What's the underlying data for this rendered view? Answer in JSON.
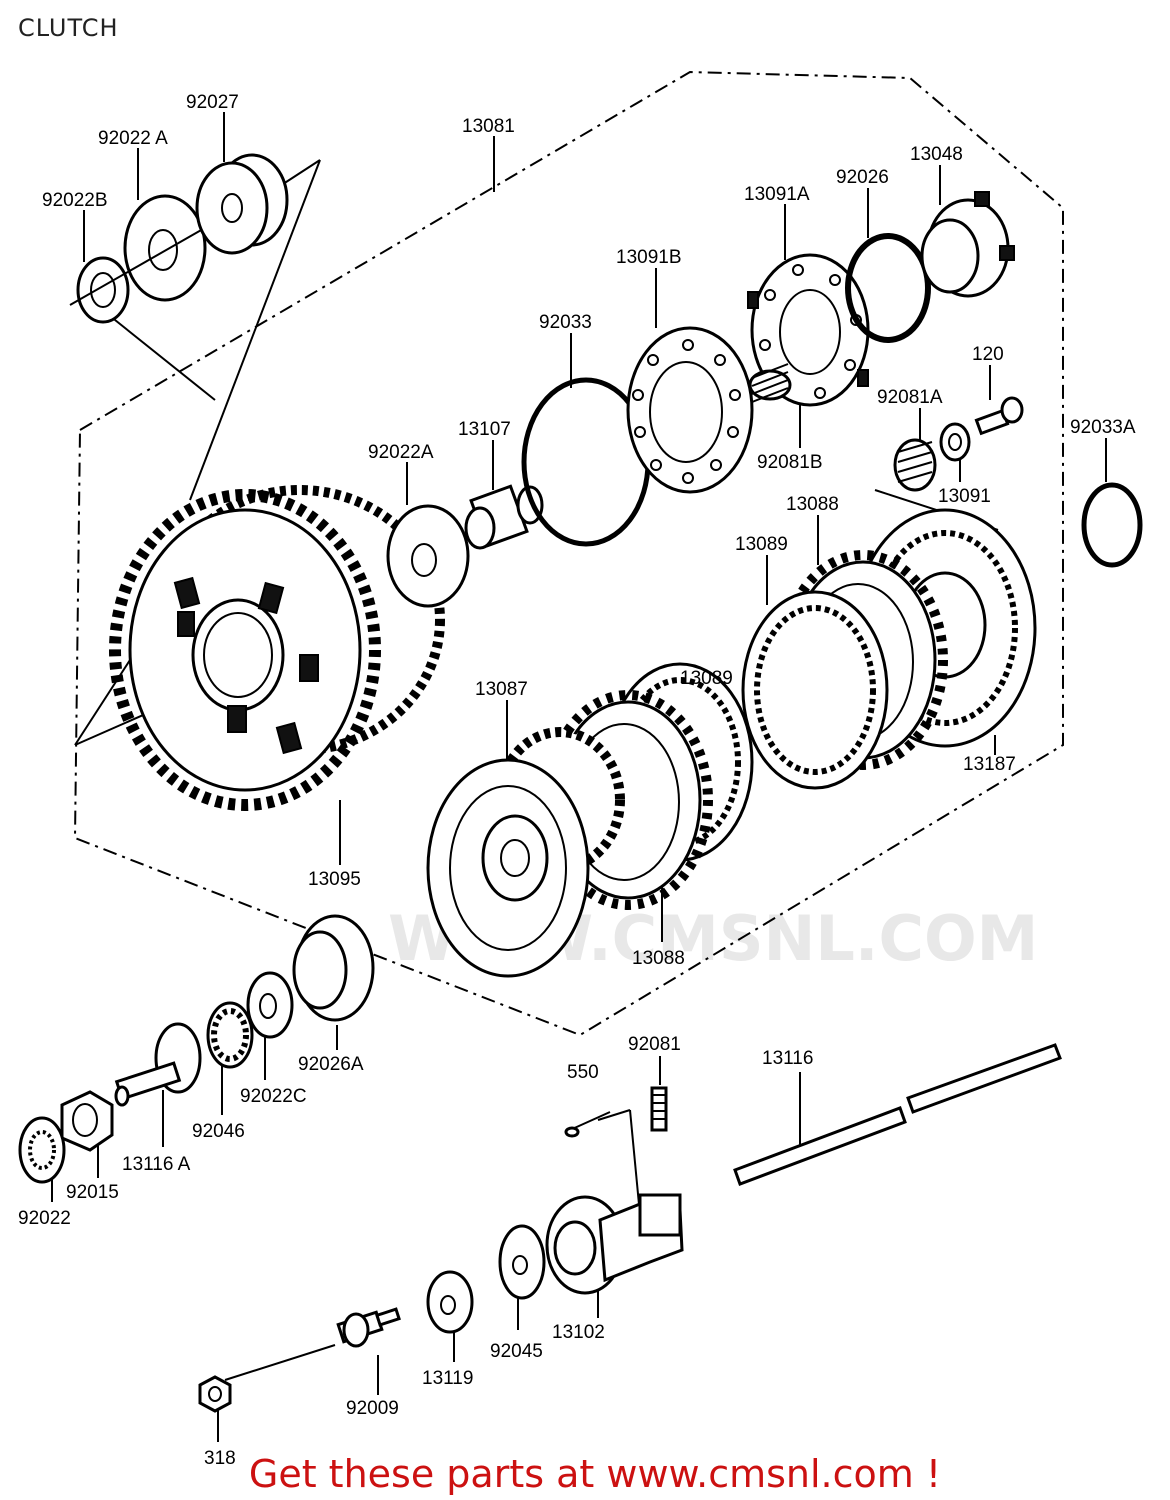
{
  "title": "CLUTCH",
  "watermark": "WWW.CMSNL.COM",
  "footer": "Get these parts at www.cmsnl.com !",
  "labels": {
    "p13081": "13081",
    "p92027": "92027",
    "p92022A_top": "92022 A",
    "p92022B": "92022B",
    "p13048": "13048",
    "p92026": "92026",
    "p13091A": "13091A",
    "p13091B": "13091B",
    "p92033": "92033",
    "p120": "120",
    "p92081A": "92081A",
    "p92033A": "92033A",
    "p13107": "13107",
    "p92022A_mid": "92022A",
    "p92081B": "92081B",
    "p13091": "13091",
    "p13088_top": "13088",
    "p13089_top": "13089",
    "p13089_mid": "13089",
    "p13087": "13087",
    "p13187": "13187",
    "p13095": "13095",
    "p13088_bot": "13088",
    "p92081": "92081",
    "p550": "550",
    "p13116": "13116",
    "p92026A": "92026A",
    "p92022C": "92022C",
    "p92046": "92046",
    "p13116A": "13116 A",
    "p92015": "92015",
    "p92022": "92022",
    "p13102": "13102",
    "p92045": "92045",
    "p13119": "13119",
    "p92009": "92009",
    "p318": "318"
  }
}
